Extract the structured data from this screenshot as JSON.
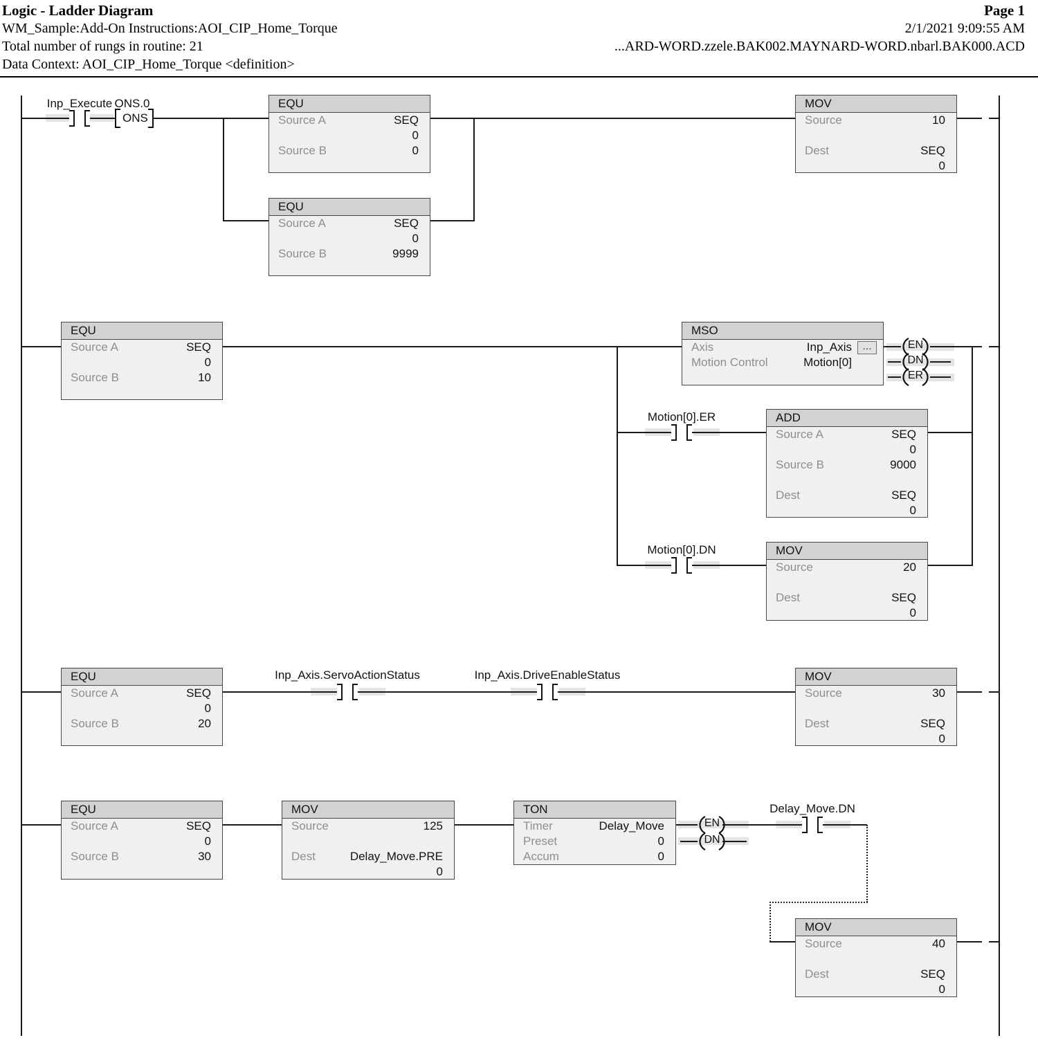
{
  "header": {
    "title": "Logic - Ladder Diagram",
    "routine": "WM_Sample:Add-On Instructions:AOI_CIP_Home_Torque",
    "rung_count": "Total number of rungs in routine: 21",
    "data_context": "Data Context: AOI_CIP_Home_Torque <definition>",
    "page": "Page 1",
    "timestamp": "2/1/2021 9:09:55 AM",
    "file": "...ARD-WORD.zzele.BAK002.MAYNARD-WORD.nbarl.BAK000.ACD"
  },
  "colors": {
    "block_header": "#d2d2d2",
    "block_body": "#f0f0f0",
    "block_border": "#474747",
    "param_label": "#8e8e8e",
    "wire": "#1a1a1a",
    "highlight": "#e4e4e4"
  },
  "ladder": {
    "tags": {
      "inp_execute": "Inp_Execute",
      "ons_dot": "ONS.0",
      "ons": "ONS",
      "motion_er": "Motion[0].ER",
      "motion_dn": "Motion[0].DN",
      "servo": "Inp_Axis.ServoActionStatus",
      "drive": "Inp_Axis.DriveEnableStatus",
      "delay_dn": "Delay_Move.DN"
    },
    "coils": {
      "en": "EN",
      "dn": "DN",
      "er": "ER"
    },
    "browse": "...",
    "blocks": {
      "equ_r1a": {
        "title": "EQU",
        "rows": [
          {
            "l": "Source A",
            "v": "SEQ"
          },
          {
            "l": "",
            "v": "0"
          },
          {
            "l": "Source B",
            "v": "0"
          },
          {
            "l": "",
            "v": ""
          }
        ]
      },
      "equ_r1b": {
        "title": "EQU",
        "rows": [
          {
            "l": "Source A",
            "v": "SEQ"
          },
          {
            "l": "",
            "v": "0"
          },
          {
            "l": "Source B",
            "v": "9999"
          },
          {
            "l": "",
            "v": ""
          }
        ]
      },
      "mov_r1": {
        "title": "MOV",
        "rows": [
          {
            "l": "Source",
            "v": "10"
          },
          {
            "l": "",
            "v": ""
          },
          {
            "l": "Dest",
            "v": "SEQ"
          },
          {
            "l": "",
            "v": "0"
          }
        ]
      },
      "equ_r2": {
        "title": "EQU",
        "rows": [
          {
            "l": "Source A",
            "v": "SEQ"
          },
          {
            "l": "",
            "v": "0"
          },
          {
            "l": "Source B",
            "v": "10"
          },
          {
            "l": "",
            "v": ""
          }
        ]
      },
      "mso": {
        "title": "MSO",
        "rows": [
          {
            "l": "Axis",
            "v": "Inp_Axis"
          },
          {
            "l": "Motion Control",
            "v": "Motion[0]"
          }
        ]
      },
      "add": {
        "title": "ADD",
        "rows": [
          {
            "l": "Source A",
            "v": "SEQ"
          },
          {
            "l": "",
            "v": "0"
          },
          {
            "l": "Source B",
            "v": "9000"
          },
          {
            "l": "",
            "v": ""
          },
          {
            "l": "Dest",
            "v": "SEQ"
          },
          {
            "l": "",
            "v": "0"
          }
        ]
      },
      "mov_dn": {
        "title": "MOV",
        "rows": [
          {
            "l": "Source",
            "v": "20"
          },
          {
            "l": "",
            "v": ""
          },
          {
            "l": "Dest",
            "v": "SEQ"
          },
          {
            "l": "",
            "v": "0"
          }
        ]
      },
      "equ_r3": {
        "title": "EQU",
        "rows": [
          {
            "l": "Source A",
            "v": "SEQ"
          },
          {
            "l": "",
            "v": "0"
          },
          {
            "l": "Source B",
            "v": "20"
          },
          {
            "l": "",
            "v": ""
          }
        ]
      },
      "mov_r3": {
        "title": "MOV",
        "rows": [
          {
            "l": "Source",
            "v": "30"
          },
          {
            "l": "",
            "v": ""
          },
          {
            "l": "Dest",
            "v": "SEQ"
          },
          {
            "l": "",
            "v": "0"
          }
        ]
      },
      "equ_r4": {
        "title": "EQU",
        "rows": [
          {
            "l": "Source A",
            "v": "SEQ"
          },
          {
            "l": "",
            "v": "0"
          },
          {
            "l": "Source B",
            "v": "30"
          },
          {
            "l": "",
            "v": ""
          }
        ]
      },
      "mov_125": {
        "title": "MOV",
        "rows": [
          {
            "l": "Source",
            "v": "125"
          },
          {
            "l": "",
            "v": ""
          },
          {
            "l": "Dest",
            "v": "Delay_Move.PRE"
          },
          {
            "l": "",
            "v": "0"
          }
        ]
      },
      "ton": {
        "title": "TON",
        "rows": [
          {
            "l": "Timer",
            "v": "Delay_Move"
          },
          {
            "l": "Preset",
            "v": "0"
          },
          {
            "l": "Accum",
            "v": "0"
          }
        ]
      },
      "mov_40": {
        "title": "MOV",
        "rows": [
          {
            "l": "Source",
            "v": "40"
          },
          {
            "l": "",
            "v": ""
          },
          {
            "l": "Dest",
            "v": "SEQ"
          },
          {
            "l": "",
            "v": "0"
          }
        ]
      }
    }
  }
}
